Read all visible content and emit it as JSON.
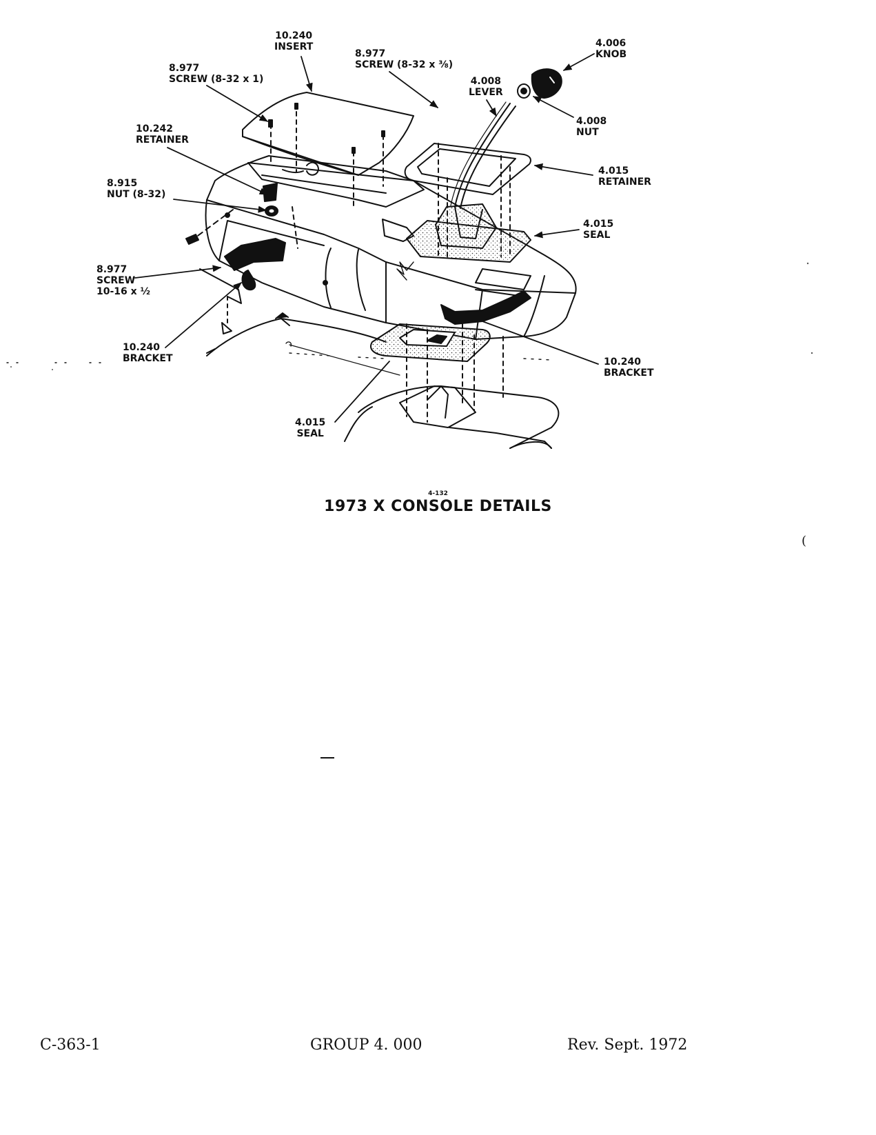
{
  "figure": {
    "number": "4-132",
    "title": "1973 X CONSOLE DETAILS"
  },
  "callouts": {
    "insert": {
      "number": "10.240",
      "name": "INSERT"
    },
    "screw_top_left": {
      "number": "8.977",
      "name": "SCREW (8-32 x 1)"
    },
    "screw_top_mid": {
      "number": "8.977",
      "name": "SCREW (8-32 x ⅜)"
    },
    "knob": {
      "number": "4.006",
      "name": "KNOB"
    },
    "lever": {
      "number": "4.008",
      "name": "LEVER"
    },
    "nut_shift": {
      "number": "4.008",
      "name": "NUT"
    },
    "retainer_console": {
      "number": "10.242",
      "name": "RETAINER"
    },
    "retainer_shift": {
      "number": "4.015",
      "name": "RETAINER"
    },
    "nut_832": {
      "number": "8.915",
      "name": "NUT (8-32)"
    },
    "seal_upper": {
      "number": "4.015",
      "name": "SEAL"
    },
    "screw_side": {
      "number": "8.977",
      "name": "SCREW",
      "size": "10-16 x ½"
    },
    "bracket_left": {
      "number": "10.240",
      "name": "BRACKET"
    },
    "bracket_right": {
      "number": "10.240",
      "name": "BRACKET"
    },
    "seal_lower": {
      "number": "4.015",
      "name": "SEAL"
    }
  },
  "footer": {
    "doc_code": "C-363-1",
    "group": "GROUP 4. 000",
    "revision": "Rev. Sept. 1972"
  }
}
